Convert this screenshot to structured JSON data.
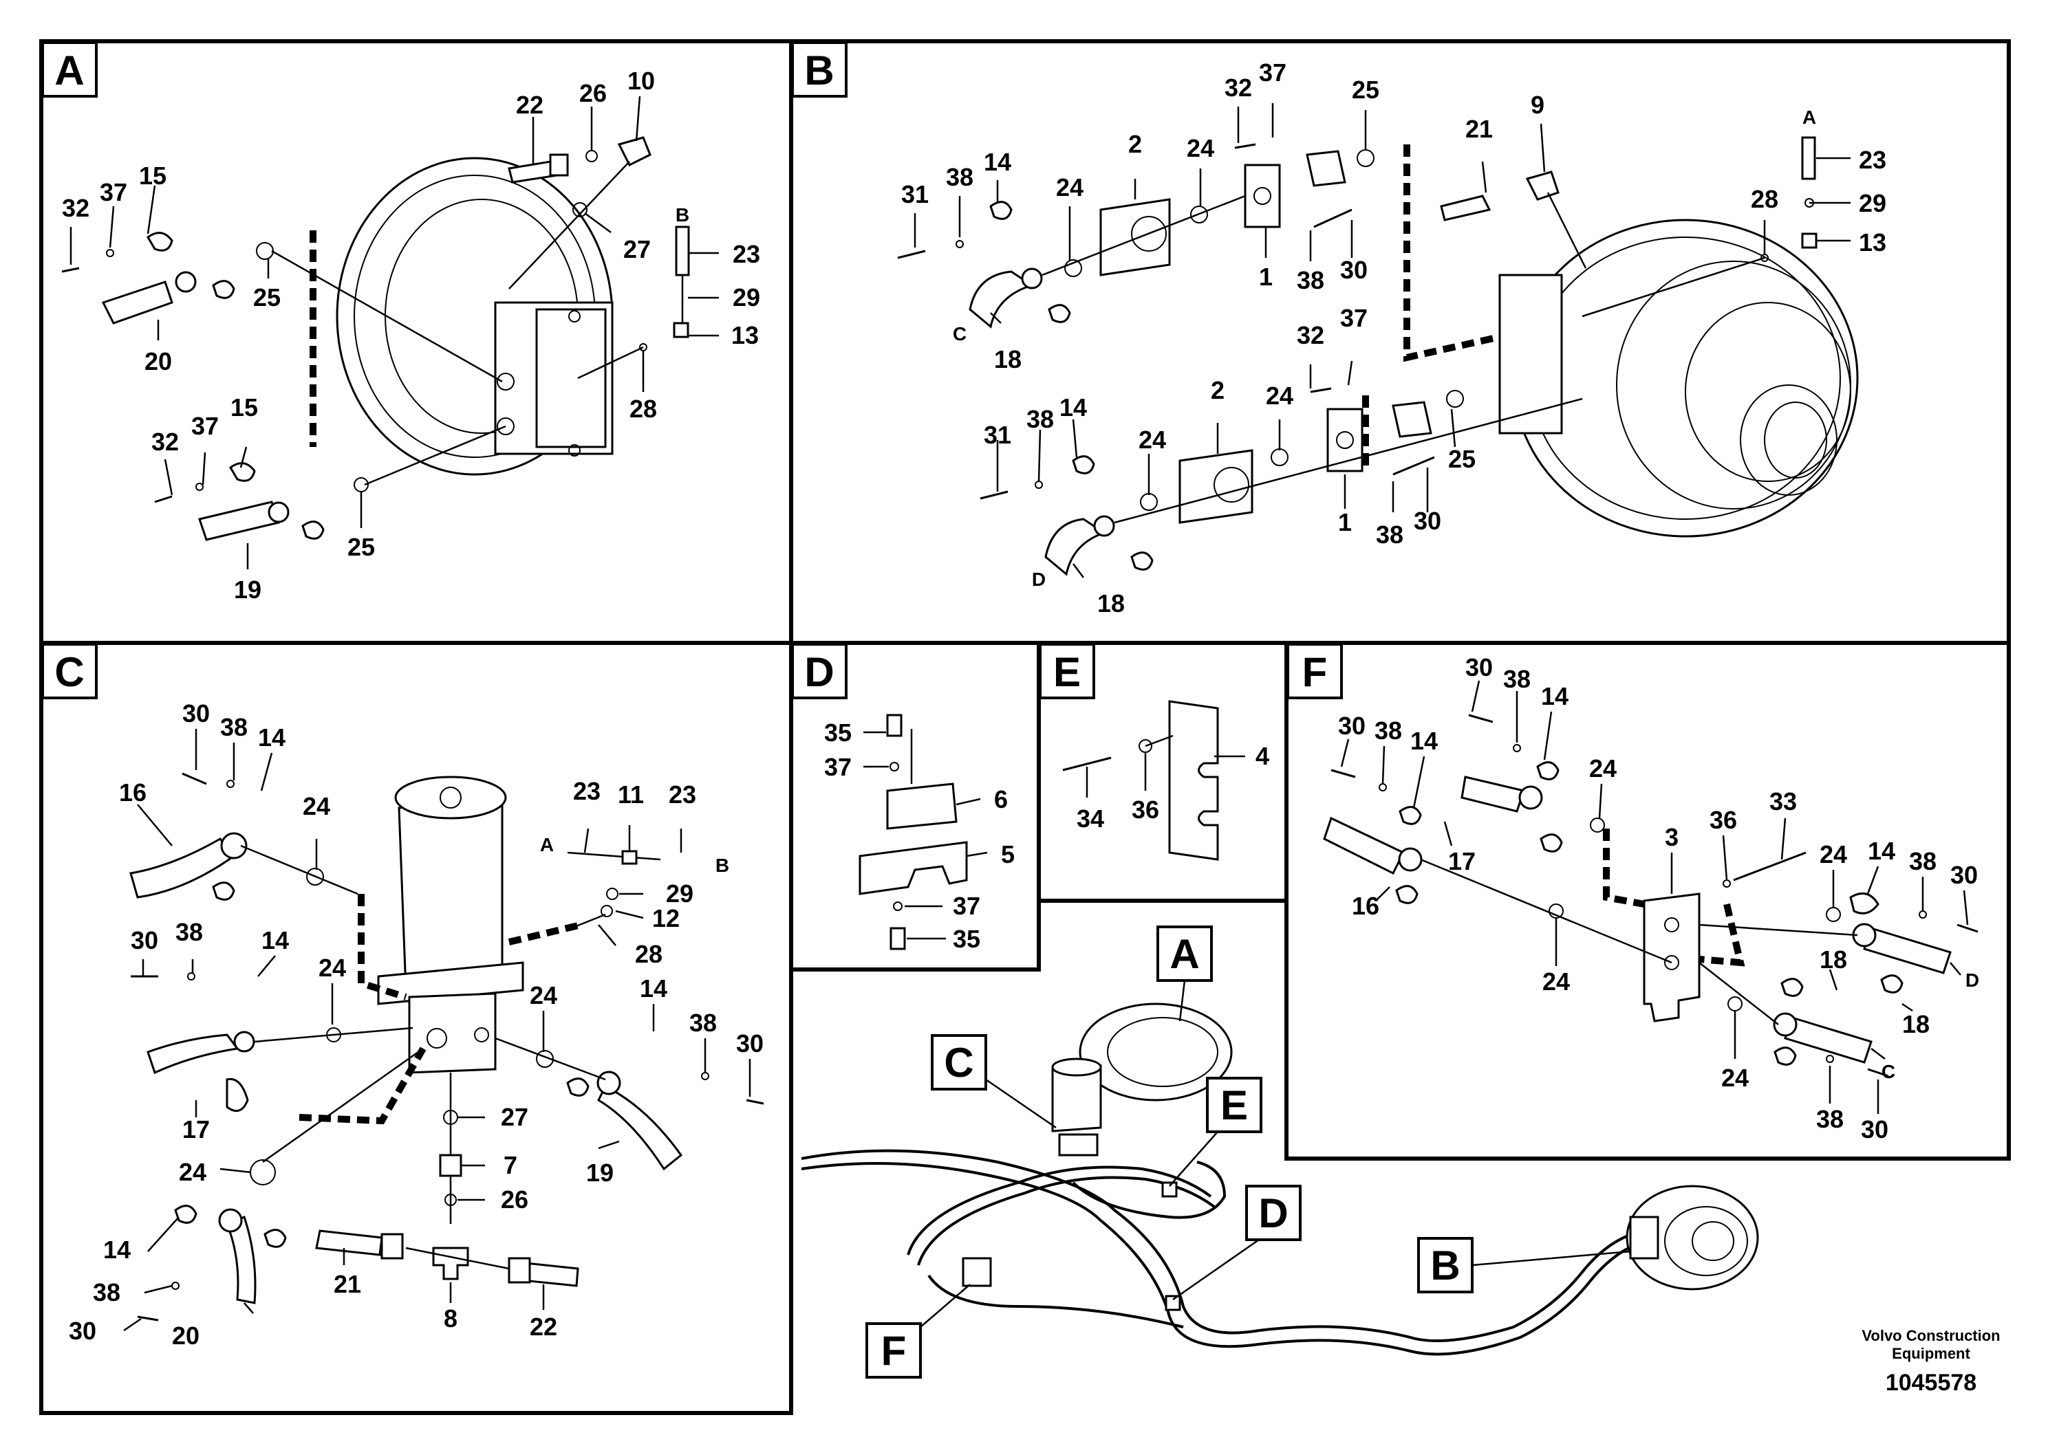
{
  "panels": {
    "A": {
      "tag": "A",
      "labels": [
        "22",
        "26",
        "10",
        "32",
        "37",
        "15",
        "27",
        "23",
        "B",
        "29",
        "13",
        "25",
        "20",
        "28",
        "32",
        "37",
        "15",
        "25",
        "19"
      ]
    },
    "B": {
      "tag": "B",
      "labels": [
        "32",
        "37",
        "25",
        "2",
        "24",
        "14",
        "38",
        "31",
        "24",
        "21",
        "9",
        "A",
        "23",
        "28",
        "29",
        "13",
        "1",
        "38",
        "30",
        "C",
        "18",
        "32",
        "37",
        "2",
        "24",
        "38",
        "14",
        "31",
        "24",
        "1",
        "25",
        "38",
        "30",
        "D",
        "18"
      ]
    },
    "C": {
      "tag": "C",
      "labels": [
        "30",
        "38",
        "14",
        "16",
        "24",
        "23",
        "11",
        "23",
        "A",
        "B",
        "29",
        "12",
        "28",
        "30",
        "38",
        "14",
        "24",
        "24",
        "14",
        "38",
        "30",
        "17",
        "27",
        "7",
        "19",
        "24",
        "26",
        "14",
        "38",
        "30",
        "20",
        "21",
        "8",
        "22"
      ]
    },
    "D": {
      "tag": "D",
      "labels": [
        "35",
        "37",
        "6",
        "5",
        "37",
        "35"
      ]
    },
    "E": {
      "tag": "E",
      "labels": [
        "4",
        "34",
        "36"
      ]
    },
    "F": {
      "tag": "F",
      "labels": [
        "30",
        "38",
        "14",
        "30",
        "38",
        "14",
        "24",
        "33",
        "36",
        "3",
        "24",
        "14",
        "38",
        "30",
        "17",
        "16",
        "24",
        "18",
        "D",
        "18",
        "C",
        "24",
        "38",
        "30"
      ]
    },
    "overview": {
      "labels": [
        "A",
        "C",
        "E",
        "D",
        "B",
        "F"
      ]
    }
  },
  "footer": {
    "brand_line1": "Volvo Construction",
    "brand_line2": "Equipment",
    "doc_number": "1045578"
  }
}
